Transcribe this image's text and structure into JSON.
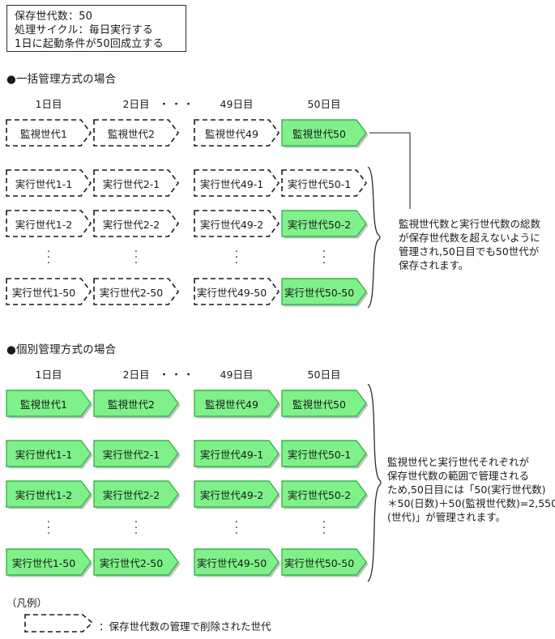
{
  "info_box": {
    "lines": [
      "保存世代数：50",
      "処理サイクル：毎日実行する",
      "1日に起動条件が50回成立する"
    ]
  },
  "sections": [
    {
      "heading": "●一括管理方式の場合",
      "columns": [
        "1日目",
        "2日目",
        "49日目",
        "50日目"
      ],
      "ellipsis_columns": "・・・",
      "rows": [
        {
          "kind": "monitor",
          "cells": [
            {
              "label": "監視世代1",
              "state": "deleted"
            },
            {
              "label": "監視世代2",
              "state": "deleted"
            },
            {
              "label": "監視世代49",
              "state": "deleted"
            },
            {
              "label": "監視世代50",
              "state": "kept"
            }
          ]
        },
        {
          "kind": "exec",
          "cells": [
            {
              "label": "実行世代1-1",
              "state": "deleted"
            },
            {
              "label": "実行世代2-1",
              "state": "deleted"
            },
            {
              "label": "実行世代49-1",
              "state": "deleted"
            },
            {
              "label": "実行世代50-1",
              "state": "deleted"
            }
          ]
        },
        {
          "kind": "exec",
          "cells": [
            {
              "label": "実行世代1-2",
              "state": "deleted"
            },
            {
              "label": "実行世代2-2",
              "state": "deleted"
            },
            {
              "label": "実行世代49-2",
              "state": "deleted"
            },
            {
              "label": "実行世代50-2",
              "state": "kept"
            }
          ]
        },
        {
          "kind": "ellipsis",
          "cells": [
            {
              "label": "⋮",
              "state": "dots"
            },
            {
              "label": "⋮",
              "state": "dots"
            },
            {
              "label": "⋮",
              "state": "dots"
            },
            {
              "label": "⋮",
              "state": "dots"
            }
          ]
        },
        {
          "kind": "exec",
          "cells": [
            {
              "label": "実行世代1-50",
              "state": "deleted"
            },
            {
              "label": "実行世代2-50",
              "state": "deleted"
            },
            {
              "label": "実行世代49-50",
              "state": "deleted"
            },
            {
              "label": "実行世代50-50",
              "state": "kept"
            }
          ]
        }
      ],
      "annotation": [
        "監視世代数と実行世代数の総数",
        "が保存世代数を超えないように",
        "管理され,50日目でも50世代が",
        "保存されます。"
      ]
    },
    {
      "heading": "●個別管理方式の場合",
      "columns": [
        "1日目",
        "2日目",
        "49日目",
        "50日目"
      ],
      "ellipsis_columns": "・・・",
      "rows": [
        {
          "kind": "monitor",
          "cells": [
            {
              "label": "監視世代1",
              "state": "kept"
            },
            {
              "label": "監視世代2",
              "state": "kept"
            },
            {
              "label": "監視世代49",
              "state": "kept"
            },
            {
              "label": "監視世代50",
              "state": "kept"
            }
          ]
        },
        {
          "kind": "exec",
          "cells": [
            {
              "label": "実行世代1-1",
              "state": "kept"
            },
            {
              "label": "実行世代2-1",
              "state": "kept"
            },
            {
              "label": "実行世代49-1",
              "state": "kept"
            },
            {
              "label": "実行世代50-1",
              "state": "kept"
            }
          ]
        },
        {
          "kind": "exec",
          "cells": [
            {
              "label": "実行世代1-2",
              "state": "kept"
            },
            {
              "label": "実行世代2-2",
              "state": "kept"
            },
            {
              "label": "実行世代49-2",
              "state": "kept"
            },
            {
              "label": "実行世代50-2",
              "state": "kept"
            }
          ]
        },
        {
          "kind": "ellipsis",
          "cells": [
            {
              "label": "⋮",
              "state": "dots"
            },
            {
              "label": "⋮",
              "state": "dots"
            },
            {
              "label": "⋮",
              "state": "dots"
            },
            {
              "label": "⋮",
              "state": "dots"
            }
          ]
        },
        {
          "kind": "exec",
          "cells": [
            {
              "label": "実行世代1-50",
              "state": "kept"
            },
            {
              "label": "実行世代2-50",
              "state": "kept"
            },
            {
              "label": "実行世代49-50",
              "state": "kept"
            },
            {
              "label": "実行世代50-50",
              "state": "kept"
            }
          ]
        }
      ],
      "annotation": [
        "監視世代と実行世代それぞれが",
        "保存世代数の範囲で管理される",
        "ため,50日目には「50(実行世代数)",
        "＊50(日数)＋50(監視世代数)=2,550",
        "(世代)」が管理されます。"
      ]
    }
  ],
  "legend": {
    "title": "（凡例）",
    "text": "：保存世代数の管理で削除された世代"
  },
  "colors": {
    "kept_fill": "#7ff08a",
    "kept_stroke": "#35b44a",
    "deleted_stroke": "#1a1a1a",
    "text": "#1a1a1a",
    "box_border": "#2b2b2b",
    "leader_line": "#6a6a6a"
  }
}
